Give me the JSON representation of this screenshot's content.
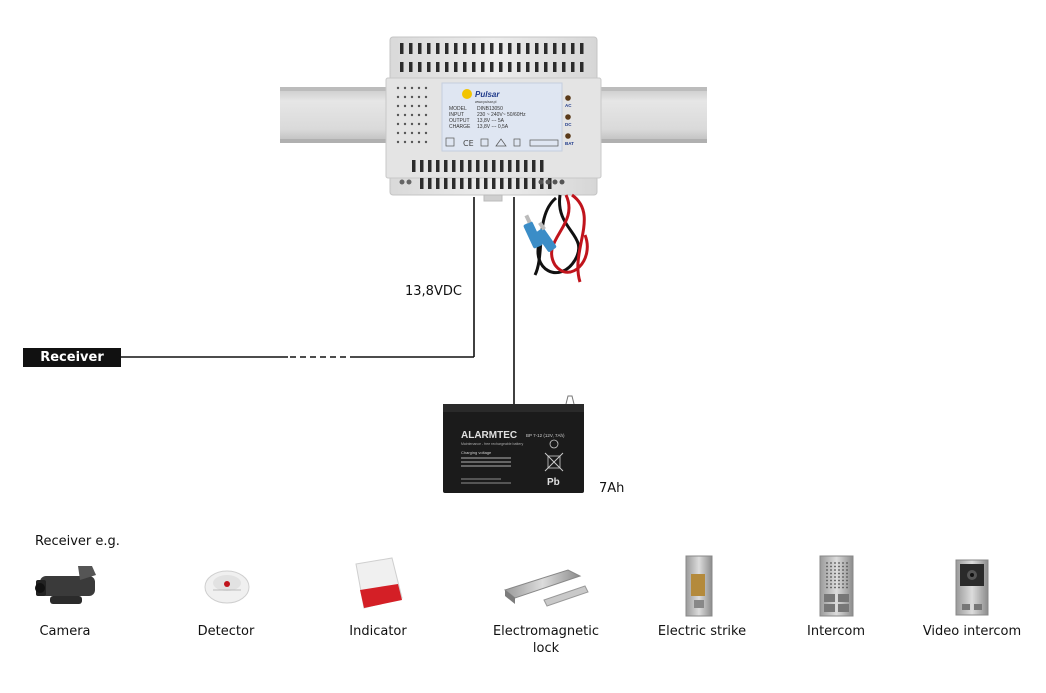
{
  "psu": {
    "brand": "Pulsar",
    "website": "www.pulsar.pl",
    "specs": [
      {
        "key": "MODEL",
        "value": "DINB13050"
      },
      {
        "key": "INPUT",
        "value": "230 ~ 240V~ 50/60Hz"
      },
      {
        "key": "OUTPUT",
        "value": "13,8V --- 5A"
      },
      {
        "key": "CHARGE",
        "value": "13,8V --- 0,5A"
      }
    ],
    "leds": [
      "AC",
      "DC",
      "BAT"
    ]
  },
  "labels": {
    "voltage": "13,8VDC",
    "receiver": "Receiver",
    "battery_capacity": "7Ah",
    "receiver_examples": "Receiver e.g."
  },
  "battery": {
    "brand": "ALARMTEC",
    "model": "BP 7-12 (12V, 7Ah)",
    "subtitle": "Maintenance - free rechargeable battery",
    "charging_title": "Charging voltage",
    "lead_mark": "Pb"
  },
  "devices": [
    {
      "label": "Camera"
    },
    {
      "label": "Detector"
    },
    {
      "label": "Indicator"
    },
    {
      "label": "Electromagnetic lock"
    },
    {
      "label": "Electric strike"
    },
    {
      "label": "Intercom"
    },
    {
      "label": "Video intercom"
    }
  ],
  "colors": {
    "wire": "#111111",
    "red_wire": "#c0141c",
    "psu_body": "#e8e8e8",
    "rail": "#d4d4d4",
    "label_panel": "#dfe6f2"
  }
}
